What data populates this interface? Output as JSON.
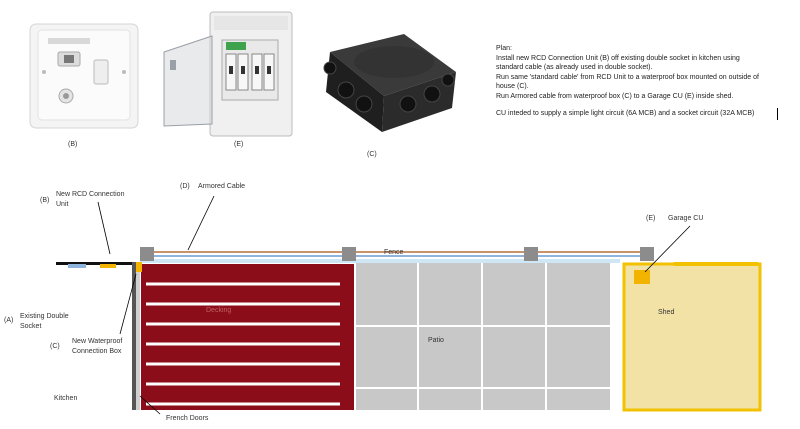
{
  "photos": {
    "rcd_unit": {
      "caption": "(B)"
    },
    "consumer_unit": {
      "caption": "(E)"
    },
    "junction_box": {
      "caption": "(C)"
    }
  },
  "plan": {
    "heading": "Plan:",
    "lines": [
      "Install new RCD Connection Unit (B) off existing double socket in kitchen using",
      "standard cable (as already used in double socket).",
      "Run same 'standard cable' from RCD Unit to a waterproof box mounted on outside of",
      "house (C).",
      "Run Armored cable from waterproof box (C) to a Garage CU (E) inside shed."
    ],
    "note": "CU inteded to supply a simple light circuit (6A MCB) and a socket circuit (32A MCB)"
  },
  "diagram": {
    "labels": {
      "new_rcd_letter": "(B)",
      "new_rcd_line1": "New RCD Connection",
      "new_rcd_line2": "Unit",
      "armored_letter": "(D)",
      "armored_text": "Armored Cable",
      "fence": "Fence",
      "garage_letter": "(E)",
      "garage_text": "Garage CU",
      "socket_letter": "(A)",
      "socket_line1": "Existing Double",
      "socket_line2": "Socket",
      "waterproof_letter": "(C)",
      "waterproof_line1": "New Waterproof",
      "waterproof_line2": "Connection Box",
      "decking": "Decking",
      "patio": "Patio",
      "shed": "Shed",
      "kitchen": "Kitchen",
      "french_doors": "French Doors"
    },
    "colors": {
      "decking": "#8b0d1a",
      "patio": "#c8c8c8",
      "shed": "#f3e2a6",
      "shed_border": "#f2c200",
      "fence_post": "#8c8c8c",
      "cable_copper": "#c8926a",
      "cable_blue": "#8fb4dc",
      "garage_cu": "#f2b400"
    }
  }
}
